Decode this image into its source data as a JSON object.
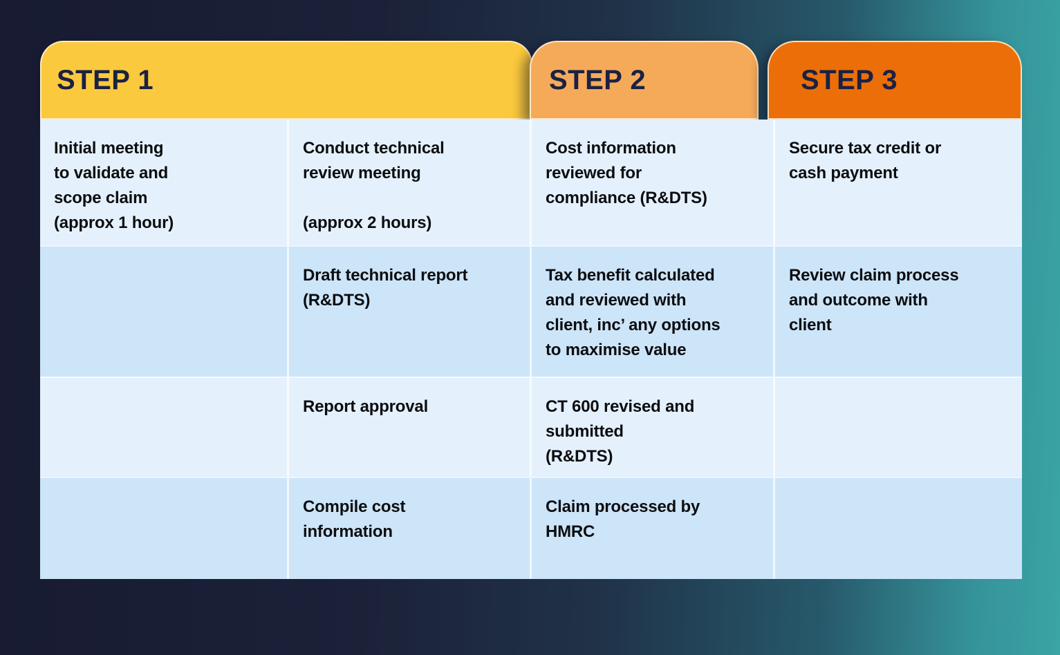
{
  "steps": [
    {
      "label": "STEP 1",
      "color": "#FBC93D"
    },
    {
      "label": "STEP 2",
      "color": "#F5AA5A"
    },
    {
      "label": "STEP 3",
      "color": "#EC6E08"
    }
  ],
  "table": {
    "row_colors": {
      "light": "#E4F1FC",
      "dark": "#CDE5F8"
    },
    "header_text_color": "#1B2142",
    "rows": [
      {
        "cells": [
          "Initial meeting\nto validate and\nscope claim\n(approx 1 hour)",
          "Conduct technical\nreview meeting\n\n(approx 2 hours)",
          "Cost information\nreviewed for\ncompliance (R&DTS)",
          "Secure tax credit or\ncash payment"
        ]
      },
      {
        "cells": [
          "",
          "Draft technical report\n(R&DTS)",
          "Tax benefit calculated\nand reviewed with\nclient, inc’ any options\nto maximise value",
          "Review claim process\nand outcome with\nclient"
        ]
      },
      {
        "cells": [
          "",
          "Report approval",
          "CT 600 revised and\nsubmitted\n(R&DTS)",
          ""
        ]
      },
      {
        "cells": [
          "",
          "Compile cost\ninformation",
          "Claim processed by\nHMRC",
          ""
        ]
      }
    ]
  },
  "background": {
    "left_color": "#181B32",
    "right_color": "#3BA4A4"
  }
}
